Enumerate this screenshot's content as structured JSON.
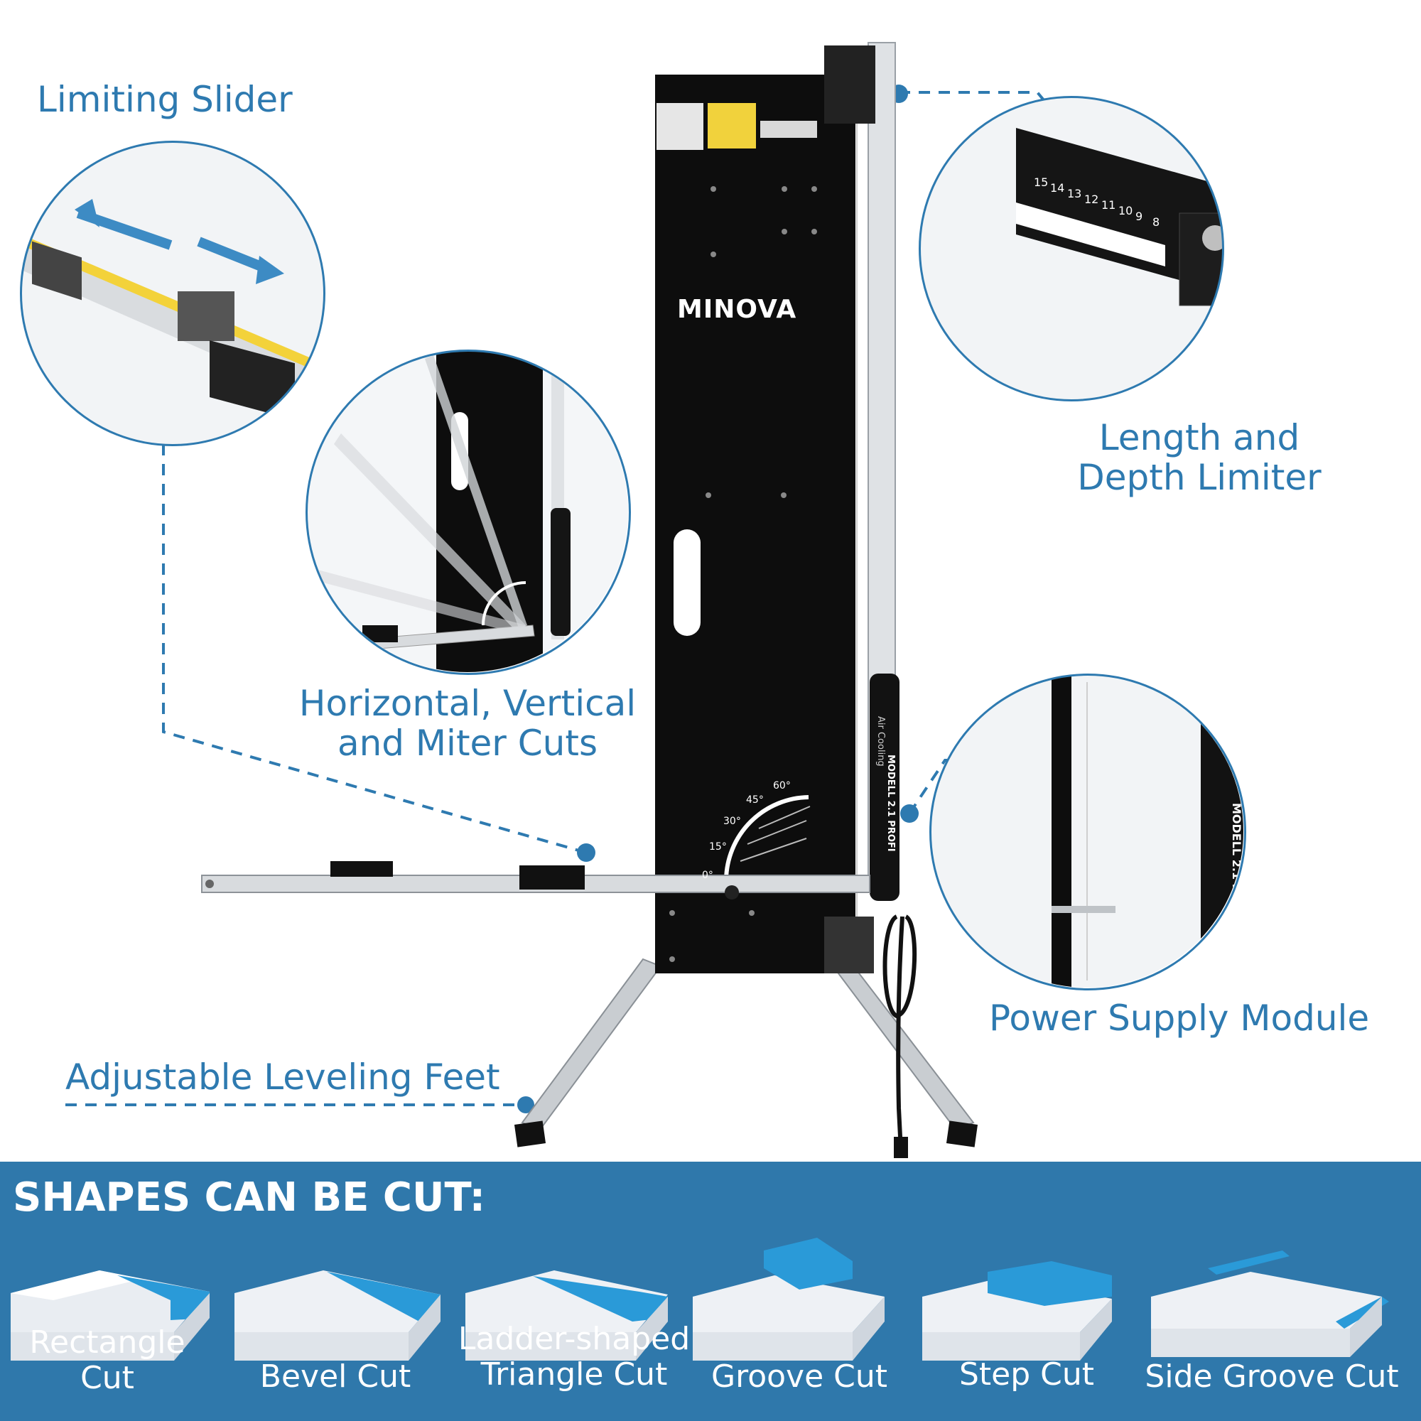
{
  "callouts": {
    "limiting_slider": "Limiting Slider",
    "length_depth_line1": "Length and",
    "length_depth_line2": "Depth Limiter",
    "cuts_line1": "Horizontal, Vertical",
    "cuts_line2": "and Miter Cuts",
    "power_supply": "Power Supply Module",
    "leveling_feet": "Adjustable Leveling Feet"
  },
  "device": {
    "brand": "MINOVA",
    "handle_text_1": "Air Cooling",
    "handle_text_2": "MODELL 2.1 PROFI",
    "angle_marks": [
      "0°",
      "15°",
      "30°",
      "45°",
      "60°"
    ]
  },
  "ruler_numbers": [
    "15",
    "14",
    "13",
    "12",
    "11",
    "10",
    "9",
    "8"
  ],
  "shapes_banner": {
    "title": "SHAPES CAN BE CUT:",
    "items": [
      {
        "line1": "Rectangle",
        "line2": "Cut"
      },
      {
        "line1": "Bevel Cut",
        "line2": ""
      },
      {
        "line1": "Ladder-shaped",
        "line2": "Triangle Cut"
      },
      {
        "line1": "Groove Cut",
        "line2": ""
      },
      {
        "line1": "Step Cut",
        "line2": ""
      },
      {
        "line1": "Side Groove Cut",
        "line2": ""
      }
    ]
  },
  "colors": {
    "accent": "#2e7ab0",
    "banner": "#2f78ab",
    "foam_blue": "#2a9ad8",
    "panel": "#0d0d0d"
  }
}
